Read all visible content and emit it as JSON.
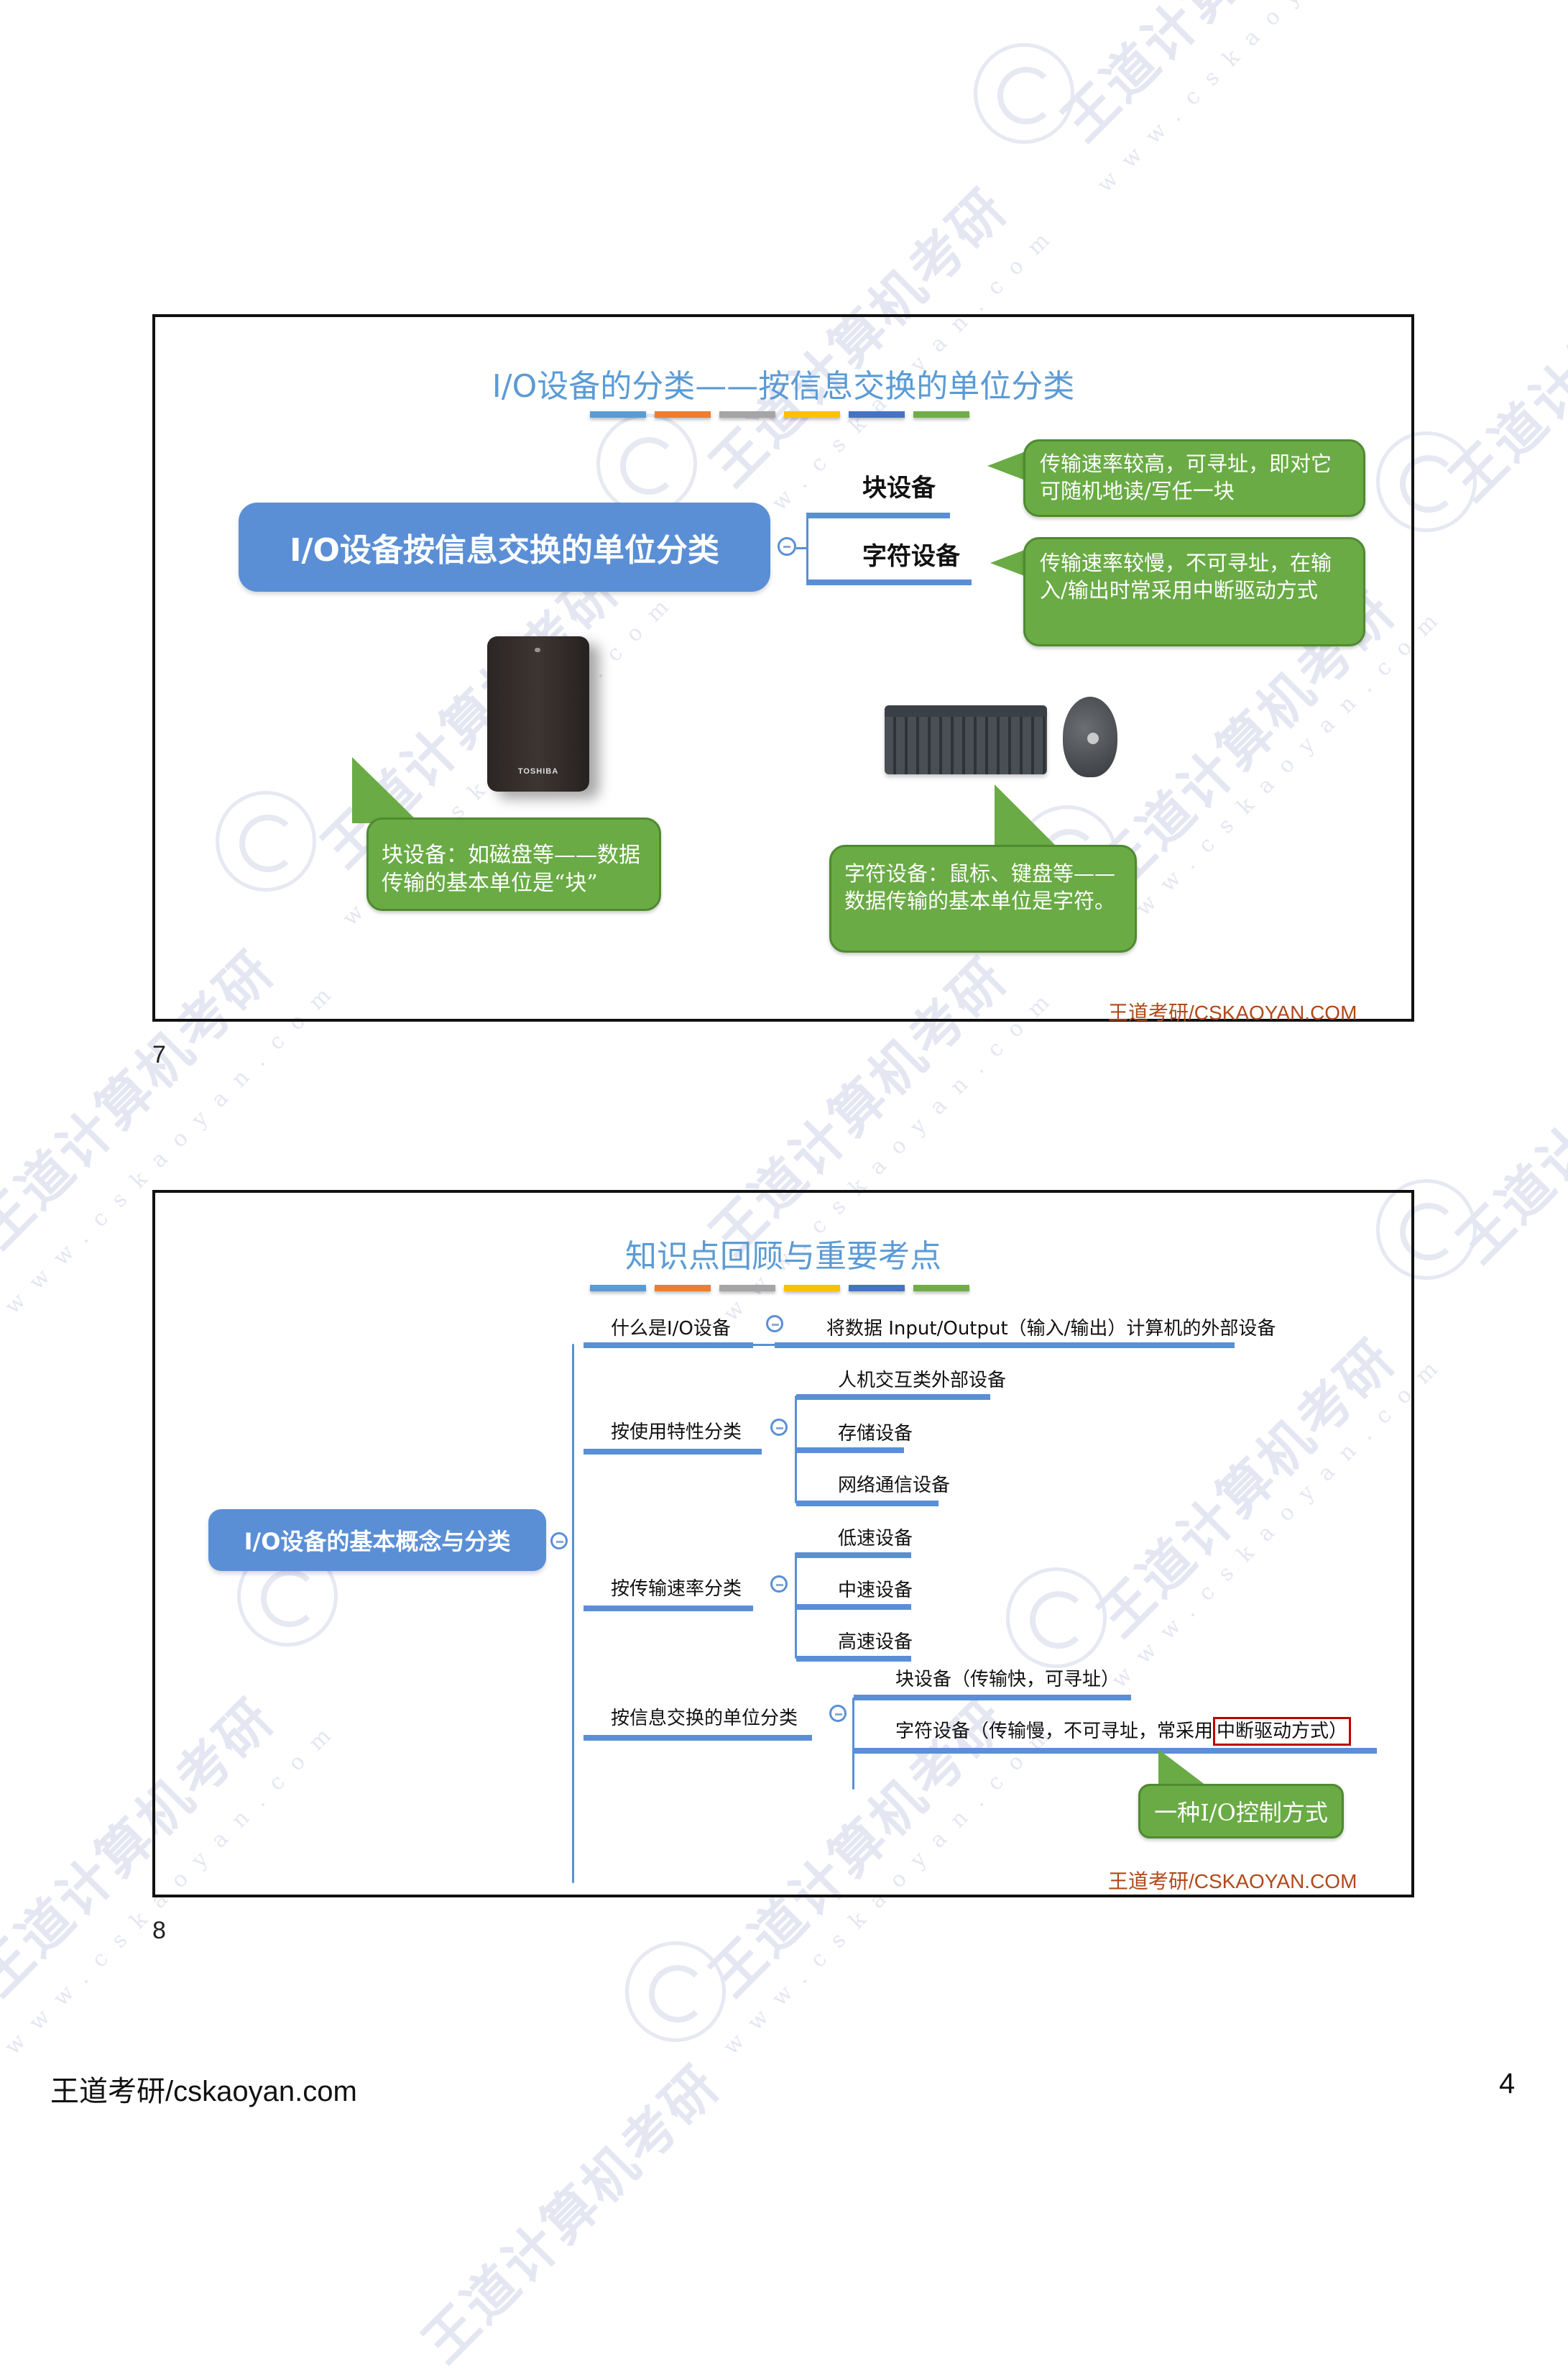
{
  "watermark": {
    "big_text": "王道计算机考研",
    "small_text": "www.cskaoyan.com"
  },
  "slide7": {
    "title": "I/O设备的分类——按信息交换的单位分类",
    "color_bar": [
      "#5b9bd5",
      "#ed7d31",
      "#a5a5a5",
      "#ffc000",
      "#4472c4",
      "#70ad47"
    ],
    "root": "I/O设备按信息交换的单位分类",
    "branches": [
      {
        "label": "块设备",
        "note": "传输速率较高，可寻址，即对它可随机地读/写任一块"
      },
      {
        "label": "字符设备",
        "note": "传输速率较慢，不可寻址，在输入/输出时常采用中断驱动方式"
      }
    ],
    "images": {
      "hdd": {
        "brand": "TOSHIBA",
        "caption": "块设备：如磁盘等——数据传输的基本单位是“块”"
      },
      "keyboard_mouse": {
        "caption": "字符设备：鼠标、键盘等——数据传输的基本单位是字符。"
      }
    },
    "footer": "王道考研/CSKAOYAN.COM",
    "number": "7"
  },
  "slide8": {
    "title": "知识点回顾与重要考点",
    "color_bar": [
      "#5b9bd5",
      "#ed7d31",
      "#a5a5a5",
      "#ffc000",
      "#4472c4",
      "#70ad47"
    ],
    "root": "I/O设备的基本概念与分类",
    "branches": [
      {
        "label": "什么是I/O设备",
        "children": [
          "将数据 Input/Output（输入/输出）计算机的外部设备"
        ]
      },
      {
        "label": "按使用特性分类",
        "children": [
          "人机交互类外部设备",
          "存储设备",
          "网络通信设备"
        ]
      },
      {
        "label": "按传输速率分类",
        "children": [
          "低速设备",
          "中速设备",
          "高速设备"
        ]
      },
      {
        "label": "按信息交换的单位分类",
        "children": [
          "块设备（传输快，可寻址）",
          "字符设备（传输慢，不可寻址，常采用",
          "中断驱动方式）"
        ]
      }
    ],
    "highlight_box_color": "#c00000",
    "callout": "一种I/O控制方式",
    "footer": "王道考研/CSKAOYAN.COM",
    "number": "8"
  },
  "page_footer": {
    "left": "王道考研/cskaoyan.com",
    "page": "4"
  }
}
